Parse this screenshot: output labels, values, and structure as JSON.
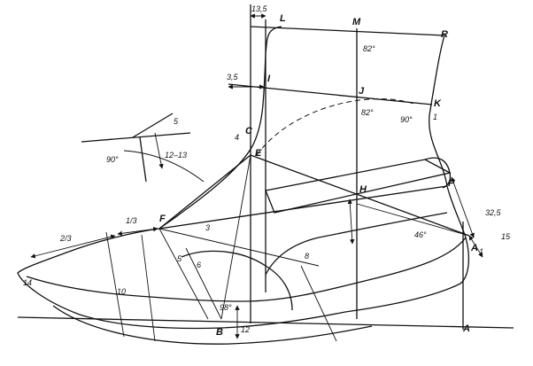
{
  "diagram": {
    "points": {
      "L": "L",
      "M": "M",
      "R": "R",
      "I": "I",
      "J": "J",
      "K": "K",
      "E": "E",
      "H": "H",
      "P": "P",
      "F": "F",
      "A1": "A",
      "A1_sub": "1",
      "B": "B",
      "A": "A",
      "C": "C"
    },
    "dims": {
      "d13_5": "13,5",
      "d3_5": "3,5",
      "d4": "4",
      "d1": "1",
      "d5": "5",
      "d12_13": "12–13",
      "d3": "3",
      "d1_3": "1/3",
      "d2_3": "2/3",
      "d14": "14",
      "d10": "10",
      "d6": "6",
      "d8": "8",
      "d15": "15",
      "d12": "12",
      "d32_5": "32,5"
    },
    "angles": {
      "a82_top": "82°",
      "a82_mid": "82°",
      "a90_k": "90°",
      "a90_inset": "90°",
      "a46": "46°",
      "a98": "98°"
    }
  }
}
